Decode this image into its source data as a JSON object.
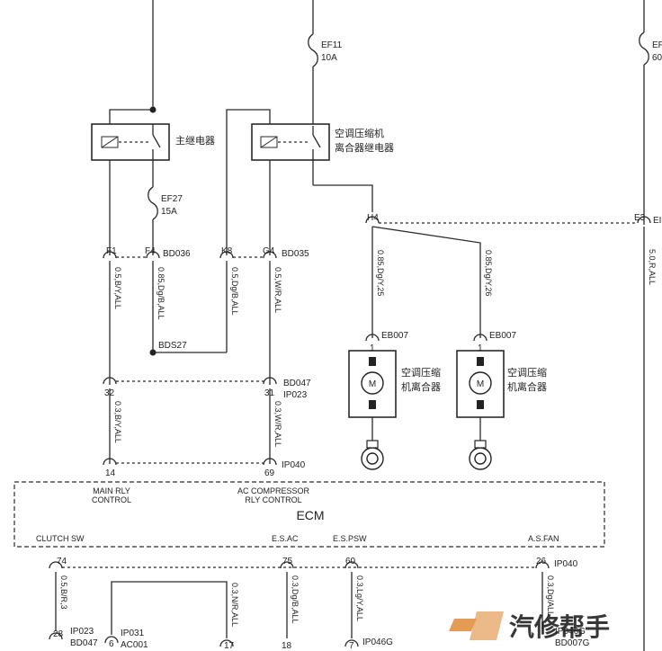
{
  "fuses": {
    "ef11": {
      "name": "EF11",
      "rating": "10A"
    },
    "ef_right": {
      "name": "EF",
      "rating": "60"
    },
    "ef27": {
      "name": "EF27",
      "rating": "15A"
    }
  },
  "relays": {
    "main": "主继电器",
    "ac_line1": "空调压缩机",
    "ac_line2": "离合器继电器"
  },
  "connectors": {
    "bd036": "BD036",
    "bd035": "BD035",
    "bds27": "BDS27",
    "bd047": "BD047",
    "ip023": "IP023",
    "ip040": "IP040",
    "h4": "H4",
    "e3": "E3",
    "e_right": "EI",
    "eb007": "EB007",
    "ip031": "IP031",
    "ac001": "AC001",
    "ip046g": "IP046G",
    "bd007g": "BD007G",
    "ip040_low": "IP040"
  },
  "pins": {
    "f1": "F1",
    "f4": "F4",
    "k8": "K8",
    "g4": "G4",
    "p32": "32",
    "p31": "31",
    "p14": "14",
    "p69": "69",
    "p74": "74",
    "p75": "75",
    "p60": "60",
    "p26": "26",
    "p28": "28",
    "p6": "6",
    "p17": "17",
    "p18": "18",
    "p7": "7",
    "m1": "1",
    "m2": "1"
  },
  "wires": {
    "w1": "0.5,B/Y,ALL",
    "w2": "0.85,Dg/B,ALL",
    "w3": "0.5,Dg/B,ALL",
    "w4": "0.5,W/R,ALL",
    "w5": "0.85,Dg/Y,25",
    "w6": "0.85,Dg/Y,26",
    "w7": "5.0,R,ALL",
    "w8": "0.3,B/Y,ALL",
    "w9": "0.3,W/R,ALL",
    "w10": "0.5,B/R,3",
    "w11": "0.3,N/R,ALL",
    "w12": "0.3,Dg/B,ALL",
    "w13": "0.3,Lg/Y,ALL",
    "w14": "0.3,Dg/ALL"
  },
  "ecm": {
    "name": "ECM",
    "main_rly_1": "MAIN RLY",
    "main_rly_2": "CONTROL",
    "ac_rly_1": "AC COMPRESSOR",
    "ac_rly_2": "RLY CONTROL",
    "clutch": "CLUTCH  SW",
    "esac": "E.S.AC",
    "espsw": "E.S.PSW",
    "asfan": "A.S.FAN"
  },
  "motors": {
    "label_line1": "空调压缩",
    "label_line2": "机离合器",
    "symbol": "M"
  },
  "watermark": "汽修帮手"
}
